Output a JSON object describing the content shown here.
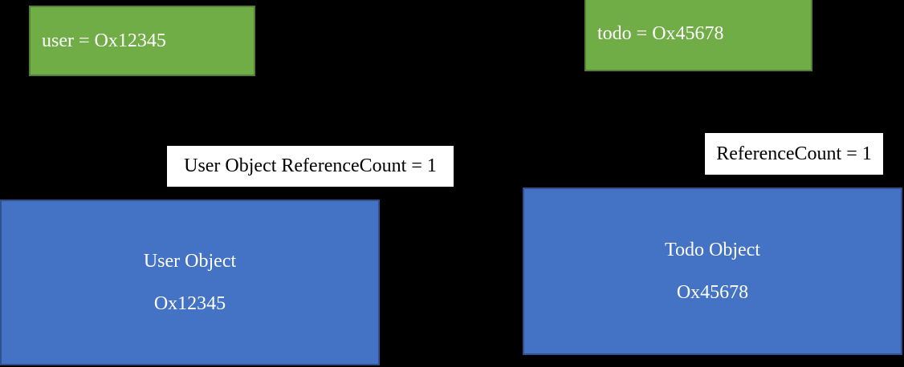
{
  "diagram": {
    "description": "Reference counting memory diagram",
    "background": "#000000",
    "variables": [
      {
        "text": "user = Ox12345"
      },
      {
        "text": "todo = Ox45678"
      }
    ],
    "labels": [
      {
        "text": "User Object ReferenceCount = 1"
      },
      {
        "text": "ReferenceCount = 1"
      }
    ],
    "objects": [
      {
        "title": "User Object",
        "address": "Ox12345"
      },
      {
        "title": "Todo Object",
        "address": "Ox45678"
      }
    ],
    "colors": {
      "variable_fill": "#70AD47",
      "variable_border": "#538135",
      "object_fill": "#4472C4",
      "object_border": "#2F528F",
      "label_background": "#FFFFFF",
      "label_text": "#000000",
      "box_text": "#FFFFFF"
    }
  }
}
